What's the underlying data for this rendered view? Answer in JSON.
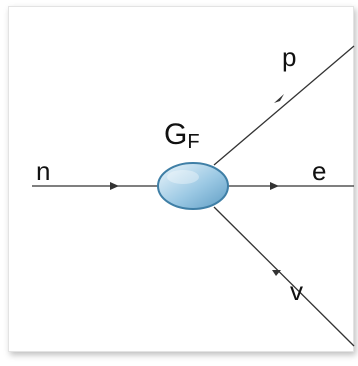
{
  "diagram": {
    "labels": {
      "neutron": "n",
      "proton": "p",
      "electron": "e",
      "neutrino": "v",
      "coupling_main": "G",
      "coupling_sub": "F"
    },
    "colors": {
      "line": "#333333",
      "vertex_fill_light": "#dfeff8",
      "vertex_fill_dark": "#6aa7cc",
      "vertex_stroke": "#3f7fa6",
      "frame_border": "#e3e3e3"
    }
  }
}
